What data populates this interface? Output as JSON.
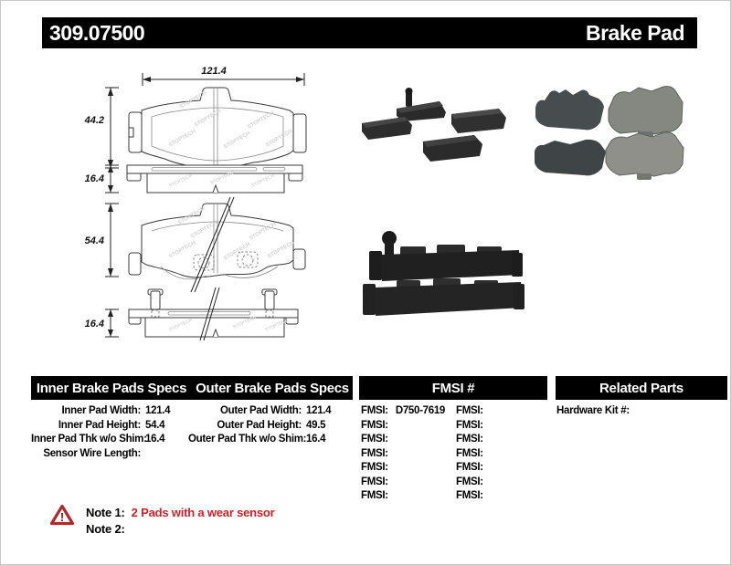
{
  "page": {
    "part_number": "309.07500",
    "product_type": "Brake Pad"
  },
  "diagrams": {
    "watermark": "STOPTECH",
    "dims": {
      "inner_width": "121.4",
      "inner_height": "44.2",
      "inner_thickness": "16.4",
      "outer_height": "54.4",
      "outer_thickness": "16.4"
    }
  },
  "specs": {
    "headers": {
      "inner": "Inner Brake Pads Specs",
      "outer": "Outer Brake Pads Specs",
      "fmsi": "FMSI #",
      "related": "Related Parts"
    },
    "inner_rows": [
      {
        "label": "Inner Pad Width:",
        "value": "121.4"
      },
      {
        "label": "Inner Pad Height:",
        "value": "54.4"
      },
      {
        "label": "Inner Pad Thk w/o Shim:",
        "value": "16.4"
      },
      {
        "label": "Sensor Wire Length:",
        "value": ""
      }
    ],
    "outer_rows": [
      {
        "label": "Outer Pad Width:",
        "value": "121.4"
      },
      {
        "label": "Outer Pad Height:",
        "value": "49.5"
      },
      {
        "label": "Outer Pad Thk w/o Shim:",
        "value": "16.4"
      }
    ],
    "fmsi_col1": [
      {
        "label": "FMSI:",
        "value": "D750-7619"
      },
      {
        "label": "FMSI:",
        "value": ""
      },
      {
        "label": "FMSI:",
        "value": ""
      },
      {
        "label": "FMSI:",
        "value": ""
      },
      {
        "label": "FMSI:",
        "value": ""
      },
      {
        "label": "FMSI:",
        "value": ""
      },
      {
        "label": "FMSI:",
        "value": ""
      }
    ],
    "fmsi_col2": [
      {
        "label": "FMSI:",
        "value": ""
      },
      {
        "label": "FMSI:",
        "value": ""
      },
      {
        "label": "FMSI:",
        "value": ""
      },
      {
        "label": "FMSI:",
        "value": ""
      },
      {
        "label": "FMSI:",
        "value": ""
      },
      {
        "label": "FMSI:",
        "value": ""
      },
      {
        "label": "FMSI:",
        "value": ""
      }
    ],
    "related_rows": [
      {
        "label": "Hardware Kit #:",
        "value": ""
      }
    ]
  },
  "notes": {
    "warning_glyph": "!",
    "note1_label": "Note 1:",
    "note1_text": "2 Pads with a wear sensor",
    "note2_label": "Note 2:",
    "note2_text": ""
  },
  "colors": {
    "header_bg": "#000000",
    "header_text": "#ffffff",
    "note_red": "#cc2227",
    "warning_red": "#b3282d"
  }
}
